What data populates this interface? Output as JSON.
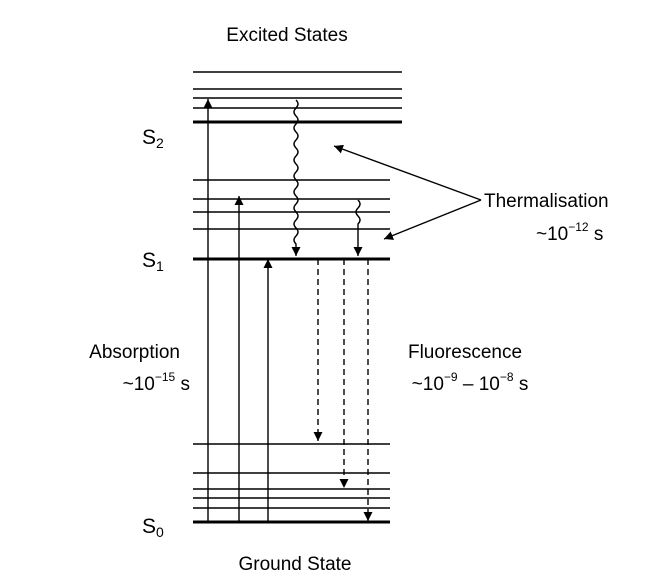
{
  "title_top": "Excited States",
  "title_bottom": "Ground State",
  "states": {
    "s2": {
      "base": "S",
      "sub": "2"
    },
    "s1": {
      "base": "S",
      "sub": "1"
    },
    "s0": {
      "base": "S",
      "sub": "0"
    }
  },
  "absorption": {
    "label": "Absorption",
    "prefix": "~10",
    "exp": "−15",
    "unit": " s"
  },
  "fluorescence": {
    "label": "Fluorescence",
    "prefix": "~10",
    "exp1": "−9",
    "mid": " – 10",
    "exp2": "−8",
    "unit": " s"
  },
  "thermalisation": {
    "label": "Thermalisation",
    "prefix": "~10",
    "exp": "−12",
    "unit": " s"
  }
}
